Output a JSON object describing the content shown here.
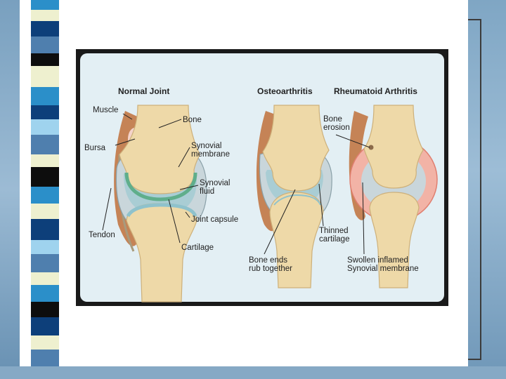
{
  "diagram": {
    "headers": {
      "normal": "Normal Joint",
      "osteo": "Osteoarthritis",
      "rheumatoid": "Rheumatoid Arthritis"
    },
    "labels": {
      "muscle": "Muscle",
      "bursa": "Bursa",
      "tendon": "Tendon",
      "bone": "Bone",
      "synovial_membrane_1": "Synovial",
      "synovial_membrane_2": "membrane",
      "synovial_fluid_1": "Synovial",
      "synovial_fluid_2": "fluid",
      "joint_capsule": "Joint capsule",
      "cartilage": "Cartilage",
      "bone_ends_1": "Bone ends",
      "bone_ends_2": "rub together",
      "thinned_1": "Thinned",
      "thinned_2": "cartilage",
      "bone_erosion_1": "Bone",
      "bone_erosion_2": "erosion",
      "swollen_1": "Swollen inflamed",
      "swollen_2": "Synovial membrane"
    }
  },
  "colors": {
    "bone": "#eed9a8",
    "bone_shade": "#d6b778",
    "fluid": "#a9cdd4",
    "cartilage": "#8fc2cc",
    "capsule": "#c9d6db",
    "muscle": "#c0703a",
    "inflamed": "#f2b3a6",
    "diagram_bg": "#e3eff4"
  }
}
